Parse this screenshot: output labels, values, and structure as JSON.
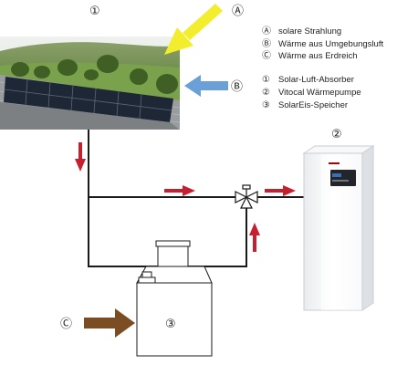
{
  "markers": {
    "one": "①",
    "two": "②",
    "three": "③",
    "a": "Ⓐ",
    "b": "Ⓑ",
    "c": "Ⓒ"
  },
  "legend": [
    {
      "symbol": "Ⓐ",
      "text": "solare Strahlung"
    },
    {
      "symbol": "Ⓑ",
      "text": "Wärme aus Umgebungsluft"
    },
    {
      "symbol": "Ⓒ",
      "text": "Wärme aus Erdreich"
    },
    {
      "symbol": "①",
      "text": "Solar-Luft-Absorber"
    },
    {
      "symbol": "②",
      "text": "Vitocal Wärmepumpe"
    },
    {
      "symbol": "③",
      "text": "SolarEis-Speicher"
    }
  ],
  "colors": {
    "solar_arrow": "#f2ee2e",
    "air_arrow": "#6a9fd8",
    "ground_arrow": "#7a4e22",
    "flow_arrow": "#c4202f",
    "pipe": "#1a1a1a"
  },
  "icons": {
    "solar_photo": "solar-absorber-roof-photo",
    "heat_pump": "heat-pump-unit",
    "storage": "ice-storage-tank",
    "valve": "three-way-valve"
  }
}
